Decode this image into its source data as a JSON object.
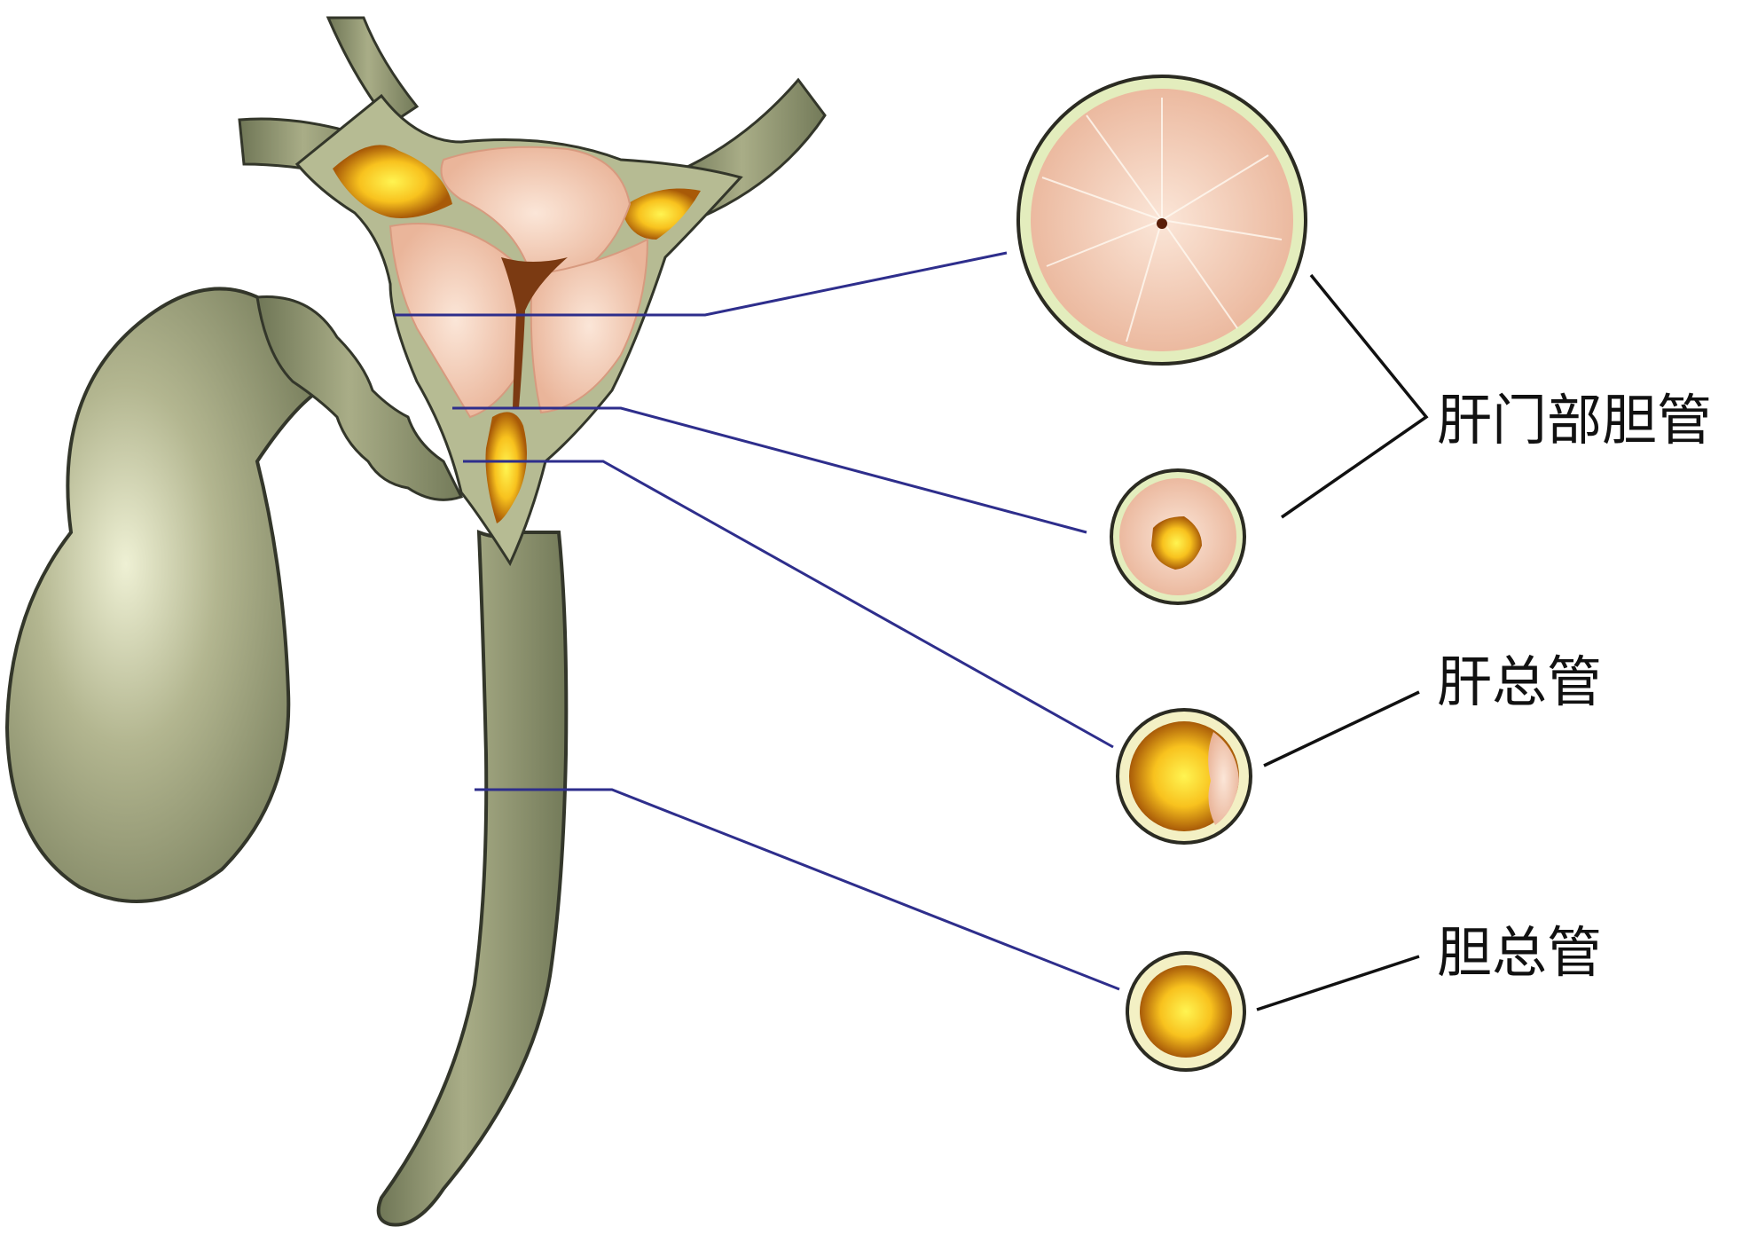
{
  "labels": {
    "hilar_duct": "肝门部胆管",
    "common_hepatic_duct": "肝总管",
    "common_bile_duct": "胆总管"
  },
  "colors": {
    "duct_wall": "#8f9672",
    "duct_outline": "#33362a",
    "mucosa": "#f2c7b0",
    "bile": "#f5b21a",
    "bile_highlight": "#fff04a",
    "serosa": "#e6edc0",
    "cross_section_leader": "#2e2e8c",
    "label_pointer": "#111111"
  }
}
